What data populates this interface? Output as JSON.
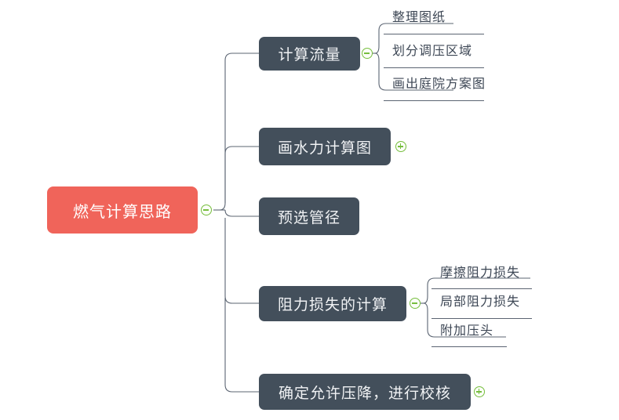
{
  "app": {
    "type": "mind-map",
    "background_color": "#ffffff",
    "root_color": "#F0645A",
    "branch_color": "#434F5B",
    "toggle_color": "#76BE3E",
    "edge_color": "#5B6472",
    "leaf_text_color": "#3C4654"
  },
  "root": {
    "label": "燃气计算思路",
    "toggle": {
      "state": "expanded",
      "icon": "minus-circle-icon",
      "symbol": "−"
    }
  },
  "branches": [
    {
      "id": "calc-flow",
      "label": "计算流量",
      "toggle": {
        "state": "expanded",
        "icon": "minus-circle-icon",
        "symbol": "−"
      },
      "children": [
        {
          "label": "整理图纸"
        },
        {
          "label": "划分调压区域"
        },
        {
          "label": "画出庭院方案图"
        }
      ]
    },
    {
      "id": "draw-hydraulic-diagram",
      "label": "画水力计算图",
      "toggle": {
        "state": "collapsed",
        "icon": "plus-circle-icon",
        "symbol": "+"
      },
      "children": []
    },
    {
      "id": "preselect-pipe-diameter",
      "label": "预选管径",
      "toggle": null,
      "children": []
    },
    {
      "id": "resistance-loss-calc",
      "label": "阻力损失的计算",
      "toggle": {
        "state": "expanded",
        "icon": "minus-circle-icon",
        "symbol": "−"
      },
      "children": [
        {
          "label": "摩擦阻力损失"
        },
        {
          "label": "局部阻力损失"
        },
        {
          "label": "附加压头"
        }
      ]
    },
    {
      "id": "verify-allowable-pressure-drop",
      "label": "确定允许压降，进行校核",
      "toggle": {
        "state": "collapsed",
        "icon": "plus-circle-icon",
        "symbol": "+"
      },
      "children": []
    }
  ]
}
